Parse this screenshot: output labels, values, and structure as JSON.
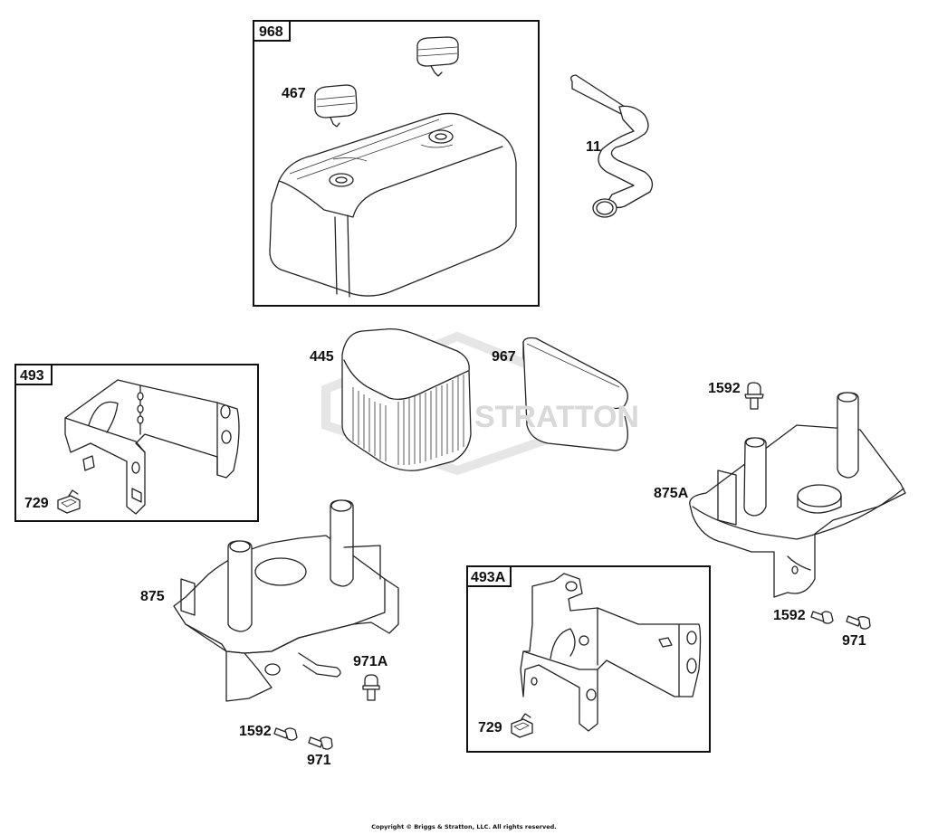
{
  "diagram": {
    "type": "exploded-parts-diagram",
    "watermark_text": "STRATTON",
    "groups": [
      {
        "id": "968",
        "label": "968",
        "parts": [
          {
            "label": "467",
            "name": "knob"
          },
          {
            "name": "air-cleaner-cover"
          }
        ]
      },
      {
        "id": "493",
        "label": "493",
        "parts": [
          {
            "label": "729",
            "name": "clip"
          },
          {
            "name": "bracket"
          }
        ]
      },
      {
        "id": "493A",
        "label": "493A",
        "parts": [
          {
            "label": "729",
            "name": "clip"
          },
          {
            "name": "bracket"
          }
        ]
      }
    ],
    "part_labels": {
      "p968": "968",
      "p467": "467",
      "p11": "11",
      "p445": "445",
      "p967": "967",
      "p493": "493",
      "p729a": "729",
      "p1592a": "1592",
      "p875A": "875A",
      "p875": "875",
      "p971A": "971A",
      "p1592b": "1592",
      "p971b": "971",
      "p493A": "493A",
      "p729b": "729",
      "p1592c": "1592",
      "p971c": "971"
    }
  },
  "footer": {
    "copyright": "Copyright © Briggs & Stratton, LLC. All rights reserved."
  }
}
